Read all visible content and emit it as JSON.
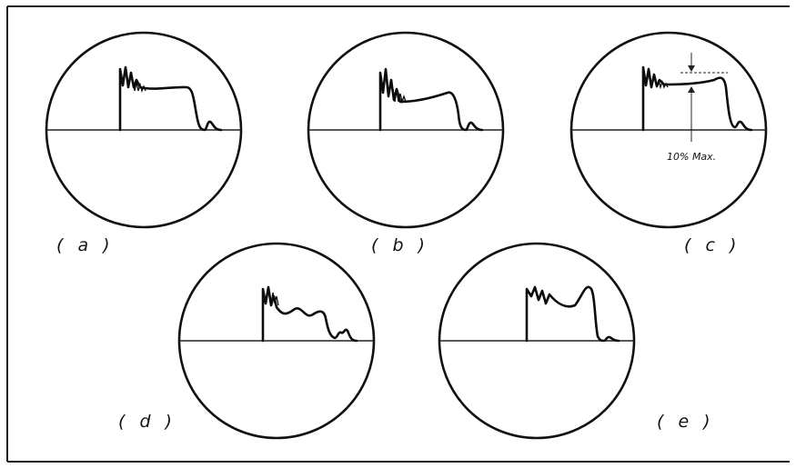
{
  "figure": {
    "panels": [
      {
        "id": "a",
        "label": "( a )"
      },
      {
        "id": "b",
        "label": "( b )"
      },
      {
        "id": "c",
        "label": "( c )",
        "annotation": "10% Max."
      },
      {
        "id": "d",
        "label": "( d )"
      },
      {
        "id": "e",
        "label": "( e )"
      }
    ]
  }
}
